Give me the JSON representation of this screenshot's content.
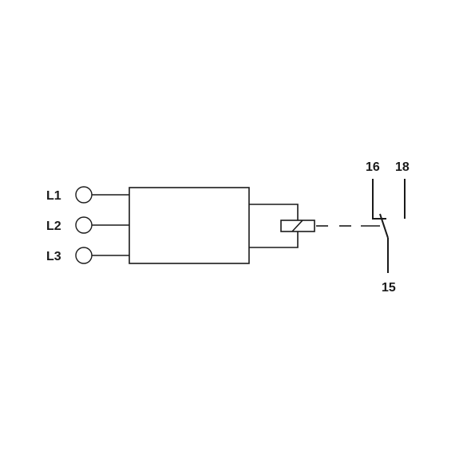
{
  "diagram": {
    "phase_labels": [
      "L1",
      "L2",
      "L3"
    ],
    "contact_labels": {
      "normally_closed": "16",
      "normally_open": "18",
      "common": "15"
    },
    "colors": {
      "line": "#1a1a1a",
      "background": "#ffffff"
    }
  }
}
